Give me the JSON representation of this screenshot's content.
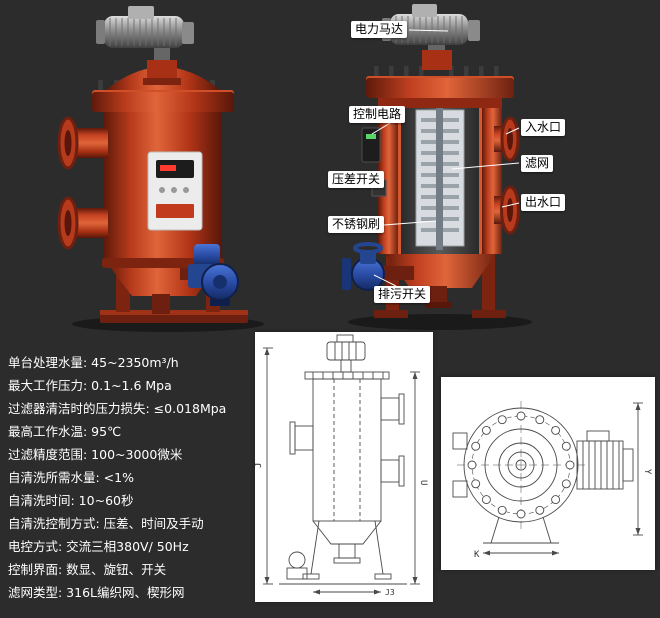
{
  "background": "#2c2c2c",
  "callouts": {
    "motor": "电力马达",
    "control_circuit": "控制电路",
    "inlet": "入水口",
    "mesh": "滤网",
    "pressure_switch": "压差开关",
    "outlet": "出水口",
    "brush": "不锈钢刷",
    "drain": "排污开关"
  },
  "specs": [
    "单台处理水量: 45~2350m³/h",
    "最大工作压力: 0.1~1.6 Mpa",
    "过滤器清洁时的压力损失: ≤0.018Mpa",
    "最高工作水温: 95℃",
    "过滤精度范围: 100~3000微米",
    "自清洗所需水量: <1%",
    "自清洗时间: 10~60秒",
    "自清洗控制方式: 压差、时间及手动",
    "电控方式: 交流三相380V/ 50Hz",
    "控制界面: 数显、旋钮、开关",
    "滤网类型: 316L编织网、楔形网"
  ],
  "drawings": {
    "front_view": {
      "dim_left": "J",
      "dim_right": "U",
      "dim_bottom": "J3"
    },
    "top_view": {
      "dim_right": "Y",
      "dim_bottom": "K"
    }
  },
  "colors": {
    "vessel_red": "#c2391b",
    "vessel_red_dark": "#6e2010",
    "pump_blue": "#2a4da8",
    "callout_bg": "#ffffff",
    "callout_text": "#000000",
    "spec_text": "#ffffff"
  }
}
